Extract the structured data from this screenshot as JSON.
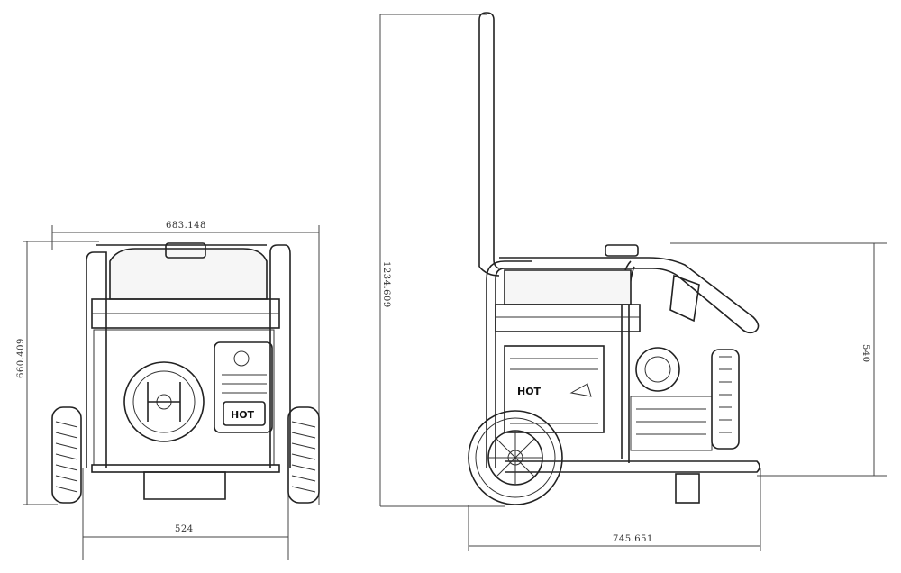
{
  "dimensions": {
    "front_width_top": "683.148",
    "front_height": "660.409",
    "front_wheel_base": "524",
    "side_handle_height": "1234.609",
    "side_body_height": "540",
    "side_length": "745.651"
  },
  "labels": {
    "front_hot": "HOT",
    "side_hot": "HOT"
  }
}
